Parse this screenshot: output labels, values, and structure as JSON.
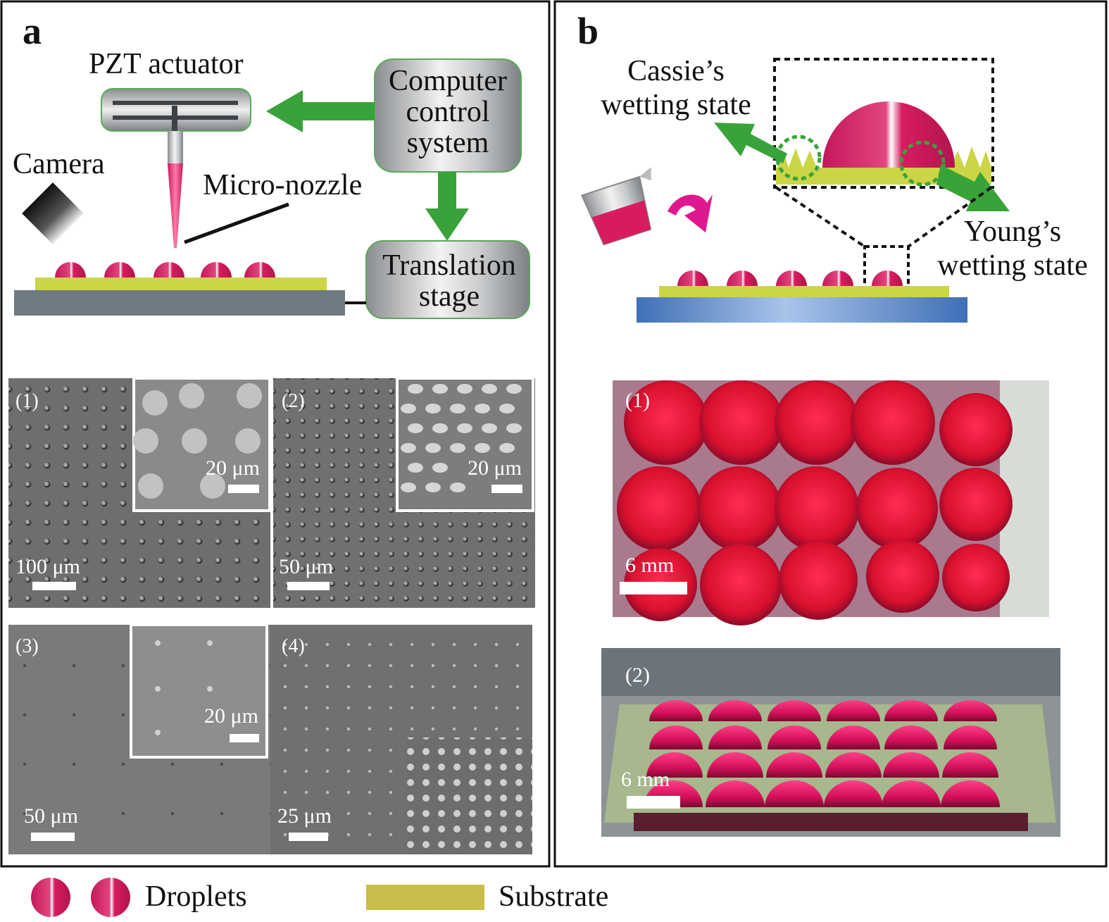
{
  "panel_a": {
    "letter": "a",
    "labels": {
      "pzt": "PZT actuator",
      "computer": [
        "Computer",
        "control",
        "system"
      ],
      "camera": "Camera",
      "nozzle": "Micro-nozzle",
      "stage": [
        "Translation",
        "stage"
      ]
    },
    "images": [
      {
        "id": "(1)",
        "inset_scale": "20 μm",
        "scale": "100 μm"
      },
      {
        "id": "(2)",
        "inset_scale": "20 μm",
        "scale": "50 μm"
      },
      {
        "id": "(3)",
        "inset_scale": "20 μm",
        "scale": "50 μm"
      },
      {
        "id": "(4)",
        "scale": "25 μm"
      }
    ]
  },
  "panel_b": {
    "letter": "b",
    "labels": {
      "cassie": [
        "Cassie’s",
        "wetting state"
      ],
      "young": [
        "Young’s",
        "wetting state"
      ]
    },
    "photos": [
      {
        "id": "(1)",
        "scale": "6 mm"
      },
      {
        "id": "(2)",
        "scale": "6 mm"
      }
    ]
  },
  "legend": {
    "droplets": "Droplets",
    "substrate": "Substrate"
  },
  "colors": {
    "droplet": "#d81b60",
    "substrate": "#ccd545",
    "legend_substrate": "#c9bd4a",
    "arrow": "#3aa23a",
    "stage_base": "#6f7b82",
    "blue_base": "#4f7fc4"
  }
}
